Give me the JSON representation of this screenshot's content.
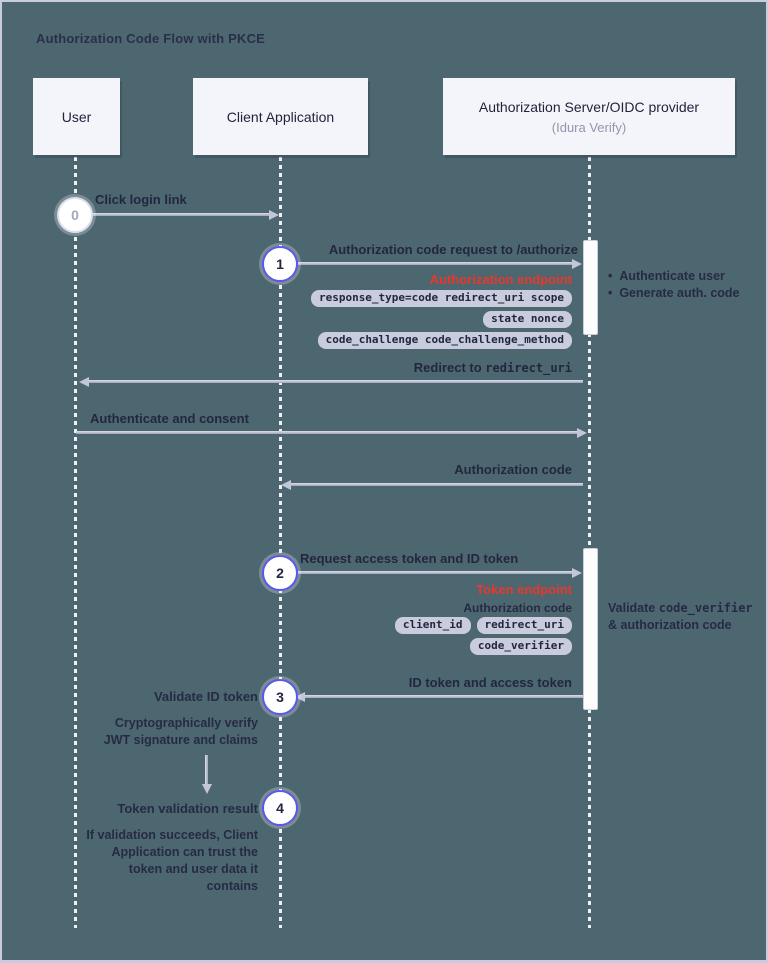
{
  "title": "Authorization Code Flow with PKCE",
  "actors": {
    "user": {
      "label": "User"
    },
    "client": {
      "label": "Client Application"
    },
    "server": {
      "label": "Authorization Server/OIDC provider",
      "sublabel": "(Idura Verify)"
    }
  },
  "steps": {
    "step0": "0",
    "step1": "1",
    "step2": "2",
    "step3": "3",
    "step4": "4"
  },
  "messages": {
    "click_login": "Click login link",
    "auth_code_request": "Authorization code request to /authorize",
    "redirect_pre": "Redirect to ",
    "redirect_code": "redirect_uri",
    "authenticate_consent": "Authenticate and consent",
    "authorization_code": "Authorization code",
    "request_tokens": "Request access token and ID token",
    "id_access_token": "ID token and access token"
  },
  "endpoints": {
    "authorization": "Authorization endpoint",
    "token": "Token endpoint"
  },
  "authorize_params": {
    "row1": "response_type=code redirect_uri scope",
    "row2": "state nonce",
    "row3": "code_challenge code_challenge_method"
  },
  "token_params": {
    "label": "Authorization code",
    "badge1": "client_id",
    "badge2": "redirect_uri",
    "badge3": "code_verifier"
  },
  "server_notes": {
    "auth_user": "Authenticate user",
    "gen_code": "Generate auth. code",
    "validate_pre": "Validate ",
    "validate_code": "code_verifier",
    "validate_line2": "& authorization code"
  },
  "client_notes": {
    "validate_id_token": "Validate ID token",
    "crypto_line1": "Cryptographically verify",
    "crypto_line2": "JWT signature and claims",
    "token_validation_result": "Token validation result",
    "result_line1": "If validation succeeds, Client",
    "result_line2": "Application can trust the",
    "result_line3": "token and user data it",
    "result_line4": "contains"
  },
  "colors": {
    "background": "#4D6770",
    "frame_border": "#C9CCE0",
    "actor_box_bg": "#F4F5FA",
    "dark_text": "#262A45",
    "muted_text": "#9296AD",
    "endpoint_red": "#E8382C",
    "step_purple": "#5A58EA",
    "badge_bg": "#C8CCDD",
    "arrow": "#C2C6D8",
    "lifeline": "#EEF0F6"
  }
}
